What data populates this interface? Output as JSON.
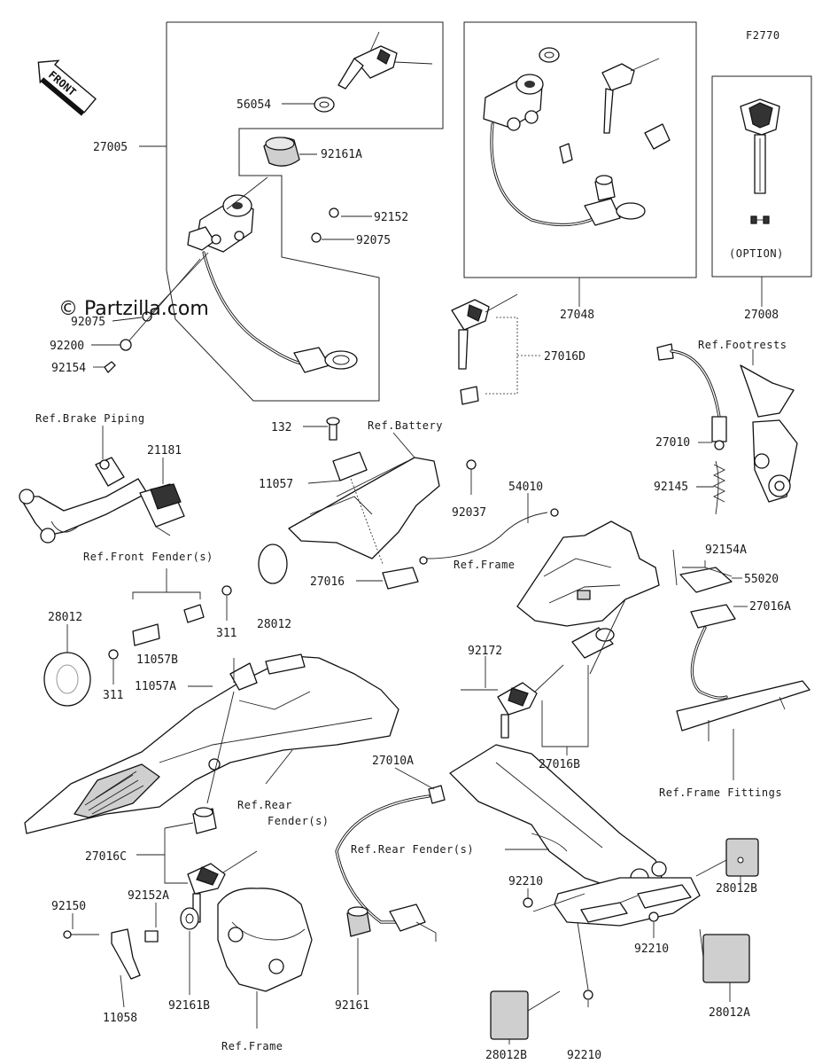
{
  "diagram_code": "F2770",
  "watermark": "© Partzilla.com",
  "front_arrow": "FRONT",
  "option_label": "(OPTION)",
  "labels": {
    "l56054": "56054",
    "l92161A": "92161A",
    "l27005": "27005",
    "l92152": "92152",
    "l92075a": "92075",
    "l92075b": "92075",
    "l92200": "92200",
    "l92154": "92154",
    "l27048": "27048",
    "l27008": "27008",
    "l27016D": "27016D",
    "refFootrests": "Ref.Footrests",
    "l27010": "27010",
    "l92145": "92145",
    "refBrakePiping": "Ref.Brake Piping",
    "l21181": "21181",
    "l132": "132",
    "refBattery": "Ref.Battery",
    "l11057": "11057",
    "l92037": "92037",
    "l54010": "54010",
    "refFrontFender": "Ref.Front Fender(s)",
    "l28012a": "28012",
    "l28012b": "28012",
    "l311a": "311",
    "l311b": "311",
    "l27016": "27016",
    "refFrame1": "Ref.Frame",
    "l92154A": "92154A",
    "l55020": "55020",
    "l27016A": "27016A",
    "l11057B": "11057B",
    "l11057A": "11057A",
    "l92172": "92172",
    "l27016B": "27016B",
    "refFrameFittings": "Ref.Frame Fittings",
    "refRearFender1": "Ref.Rear",
    "refRearFender1b": "Fender(s)",
    "l27010A": "27010A",
    "l27016C": "27016C",
    "refRearFender2": "Ref.Rear Fender(s)",
    "l92210a": "92210",
    "l28012B1": "28012B",
    "l92150": "92150",
    "l92152A": "92152A",
    "l11058": "11058",
    "l92161B": "92161B",
    "refFrame2": "Ref.Frame",
    "l92161": "92161",
    "l28012B2": "28012B",
    "l92210b": "92210",
    "l92210c": "92210",
    "l28012A": "28012A"
  }
}
